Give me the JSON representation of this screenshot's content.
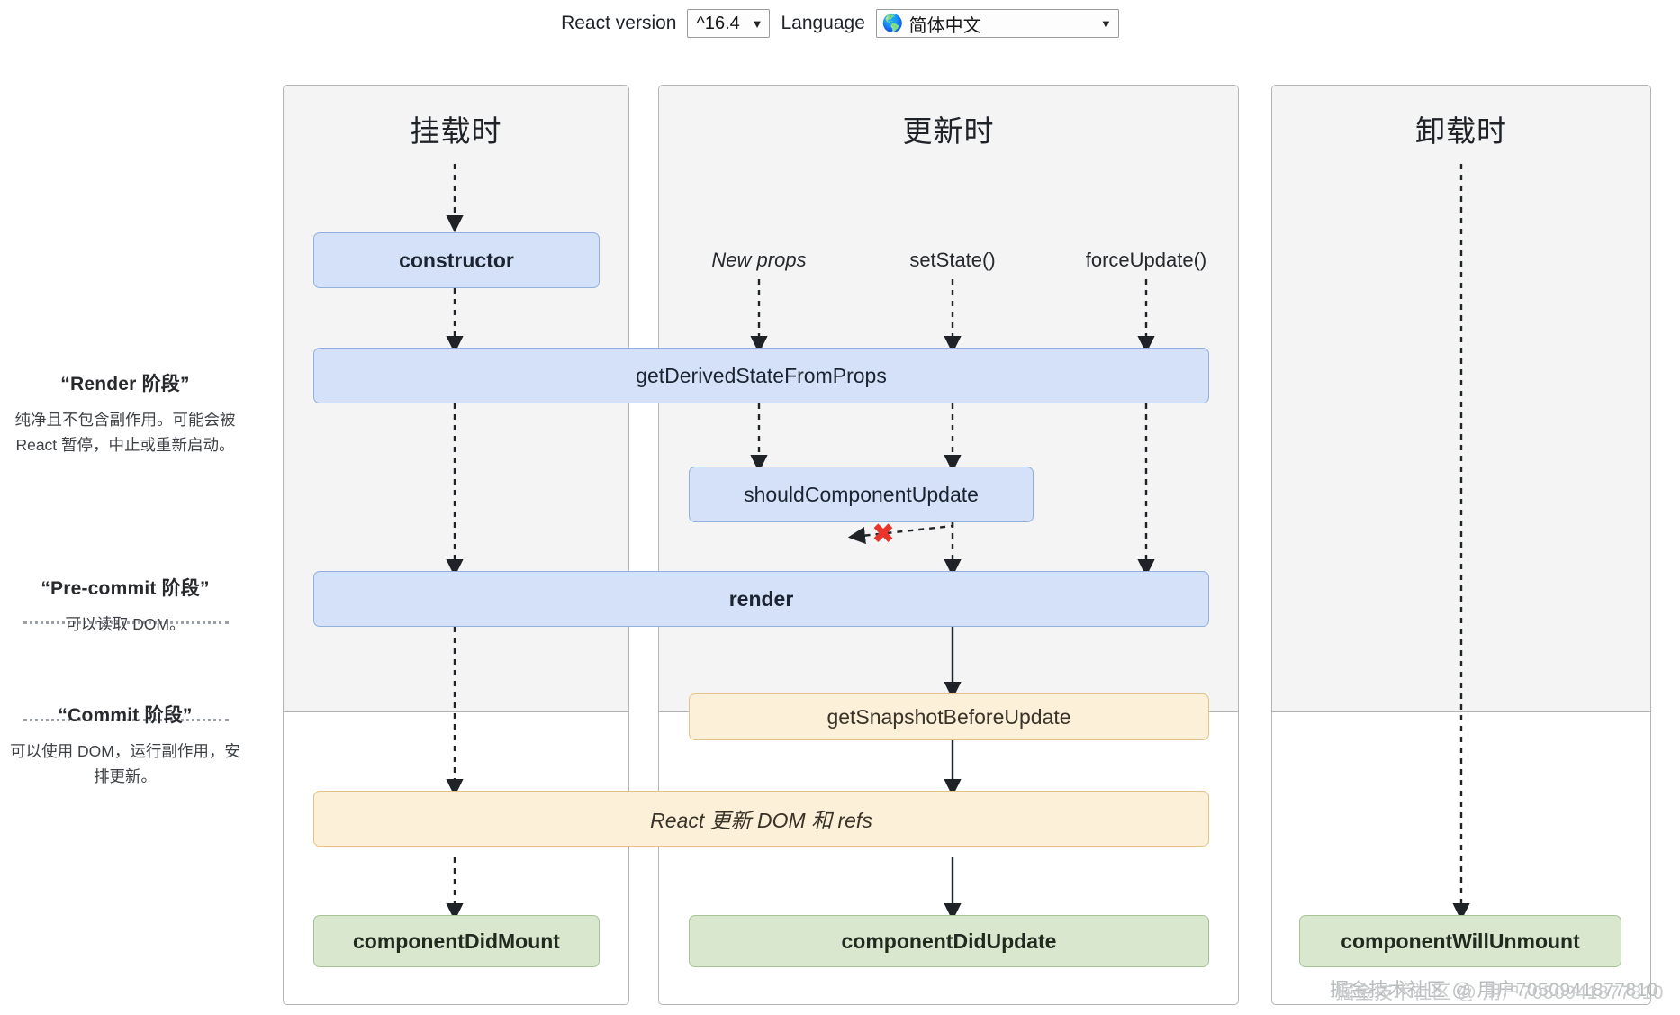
{
  "toolbar": {
    "version_label": "React version",
    "version_value": "^16.4",
    "language_label": "Language",
    "language_value": "简体中文",
    "globe_icon": "globe-icon",
    "caret_icon": "chevron-down-icon"
  },
  "legend": {
    "blocks": [
      {
        "title": "“Render 阶段”",
        "desc": "纯净且不包含副作用。可能会被 React 暂停，中止或重新启动。"
      },
      {
        "title": "“Pre-commit 阶段”",
        "desc": "可以读取 DOM。"
      },
      {
        "title": "“Commit 阶段”",
        "desc": "可以使用 DOM，运行副作用，安排更新。"
      }
    ]
  },
  "panels": [
    {
      "id": "mount",
      "title": "挂载时"
    },
    {
      "id": "update",
      "title": "更新时"
    },
    {
      "id": "unmount",
      "title": "卸载时"
    }
  ],
  "nodes": {
    "constructor": "constructor",
    "get_derived_state_from_props": "getDerivedStateFromProps",
    "should_component_update": "shouldComponentUpdate",
    "render": "render",
    "get_snapshot_before_update": "getSnapshotBeforeUpdate",
    "react_updates_dom": "React 更新 DOM 和 refs",
    "component_did_mount": "componentDidMount",
    "component_did_update": "componentDidUpdate",
    "component_will_unmount": "componentWillUnmount"
  },
  "triggers": {
    "new_props": "New props",
    "set_state": "setState()",
    "force_update": "forceUpdate()"
  },
  "annotations": {
    "skip_update_x": "✖"
  },
  "watermark": {
    "text": "掘金技术社区 @ 用户7050941877810"
  },
  "colors": {
    "blue_fill": "#d5e1f8",
    "blue_border": "#8fb0e0",
    "orange_fill": "#fcf0d9",
    "orange_border": "#e3c389",
    "green_fill": "#d9e7cf",
    "green_border": "#a8c396",
    "panel_shade": "#f4f4f4",
    "panel_border": "#b5b5b5",
    "x_red": "#e8342a"
  }
}
